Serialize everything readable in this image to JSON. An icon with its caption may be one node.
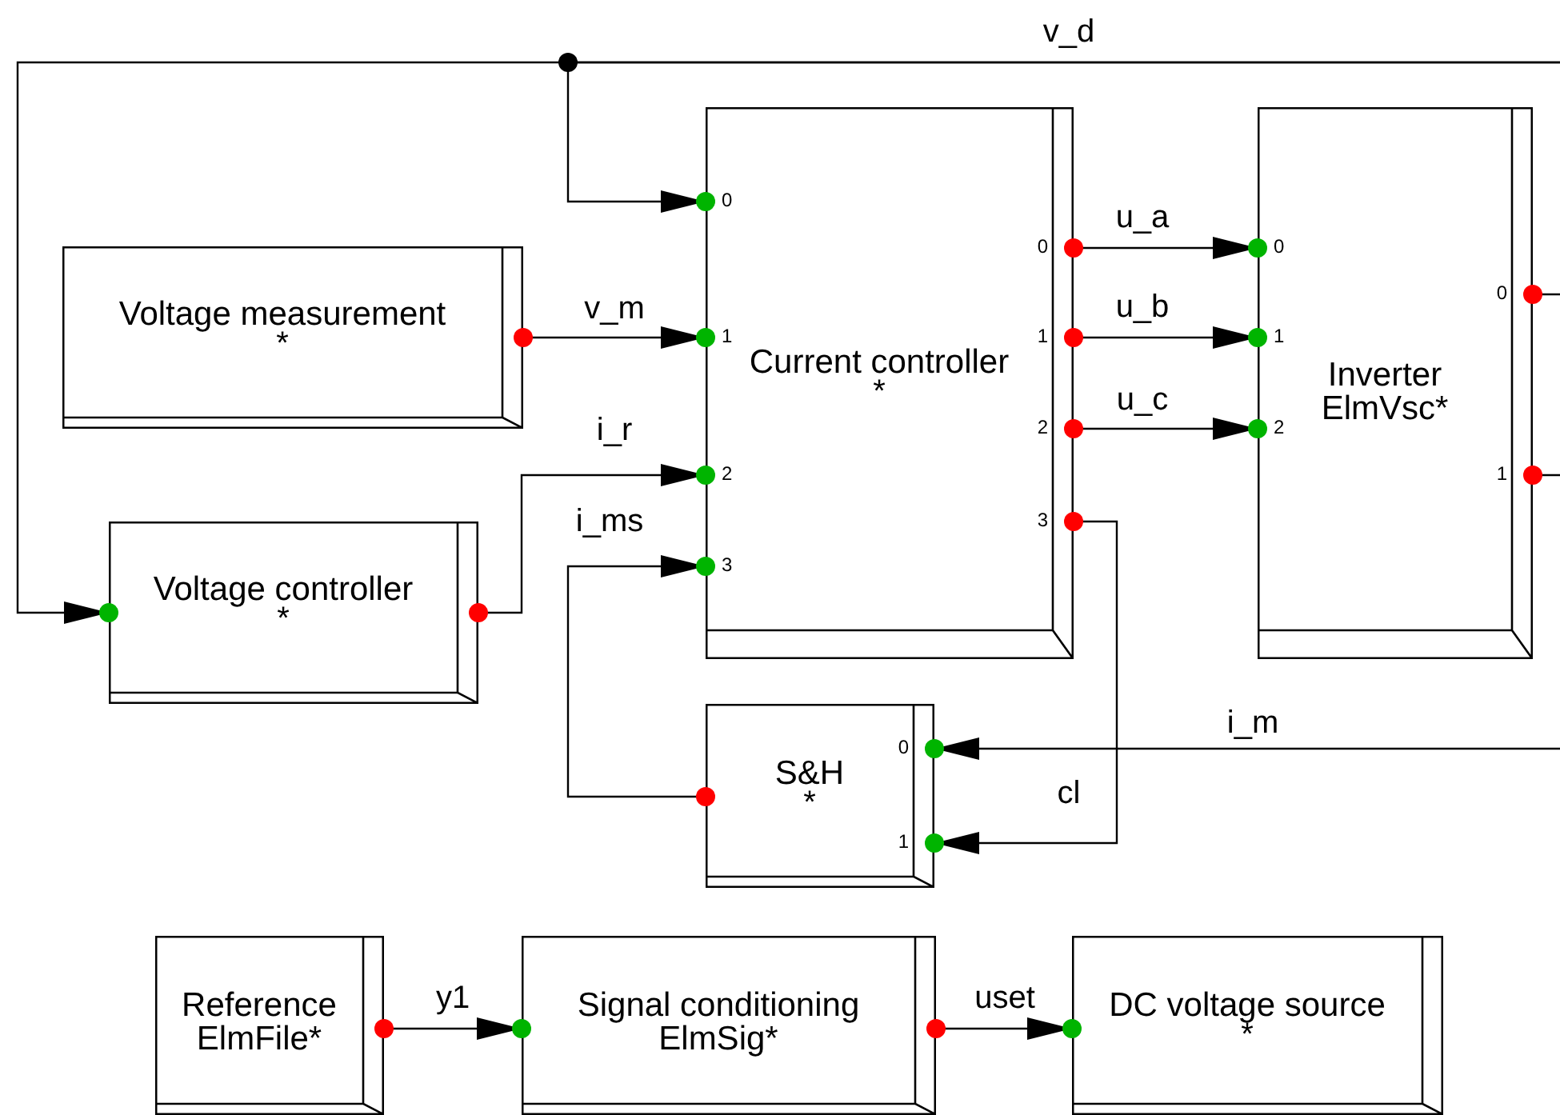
{
  "diagram": {
    "nodes": [
      {
        "text": [
          "Voltage measurement",
          "*"
        ]
      },
      {
        "text": [
          "Voltage controller",
          "*"
        ]
      },
      {
        "text": [
          "Current controller",
          "*"
        ]
      },
      {
        "text": [
          "Inverter",
          "ElmVsc*"
        ]
      },
      {
        "text": [
          "S&H",
          "*"
        ]
      },
      {
        "text": [
          "Reference",
          "ElmFile*"
        ]
      },
      {
        "text": [
          "Signal conditioning",
          "ElmSig*"
        ]
      },
      {
        "text": [
          "DC voltage source",
          "*"
        ]
      }
    ],
    "edges": [
      {
        "from": null,
        "to": 2,
        "arrow": "to",
        "label": "v_d"
      },
      {
        "from": null,
        "to": 1,
        "arrow": "to"
      },
      {
        "from": 0,
        "to": 2,
        "arrow": "to",
        "label": "v_m"
      },
      {
        "from": 1,
        "to": 2,
        "arrow": "to",
        "label": "i_r"
      },
      {
        "from": 4,
        "to": 2,
        "arrow": "to",
        "label": "i_ms"
      },
      {
        "from": 2,
        "to": 3,
        "arrow": "to",
        "label": "u_a"
      },
      {
        "from": 2,
        "to": 3,
        "arrow": "to",
        "label": "u_b"
      },
      {
        "from": 2,
        "to": 3,
        "arrow": "to",
        "label": "u_c"
      },
      {
        "from": 2,
        "to": 4,
        "arrow": "to",
        "label": "cl"
      },
      {
        "from": null,
        "to": 4,
        "arrow": "to",
        "label": "i_m"
      },
      {
        "from": 3,
        "to": null,
        "arrow": "none"
      },
      {
        "from": 3,
        "to": null,
        "arrow": "none"
      },
      {
        "from": 5,
        "to": 6,
        "arrow": "to",
        "label": "y1"
      },
      {
        "from": 6,
        "to": 7,
        "arrow": "to",
        "label": "uset"
      }
    ],
    "labels": [
      "0",
      "1",
      "2",
      "3",
      "0",
      "1",
      "2",
      "3",
      "0",
      "1",
      "2",
      "0",
      "1",
      "0",
      "1"
    ]
  }
}
